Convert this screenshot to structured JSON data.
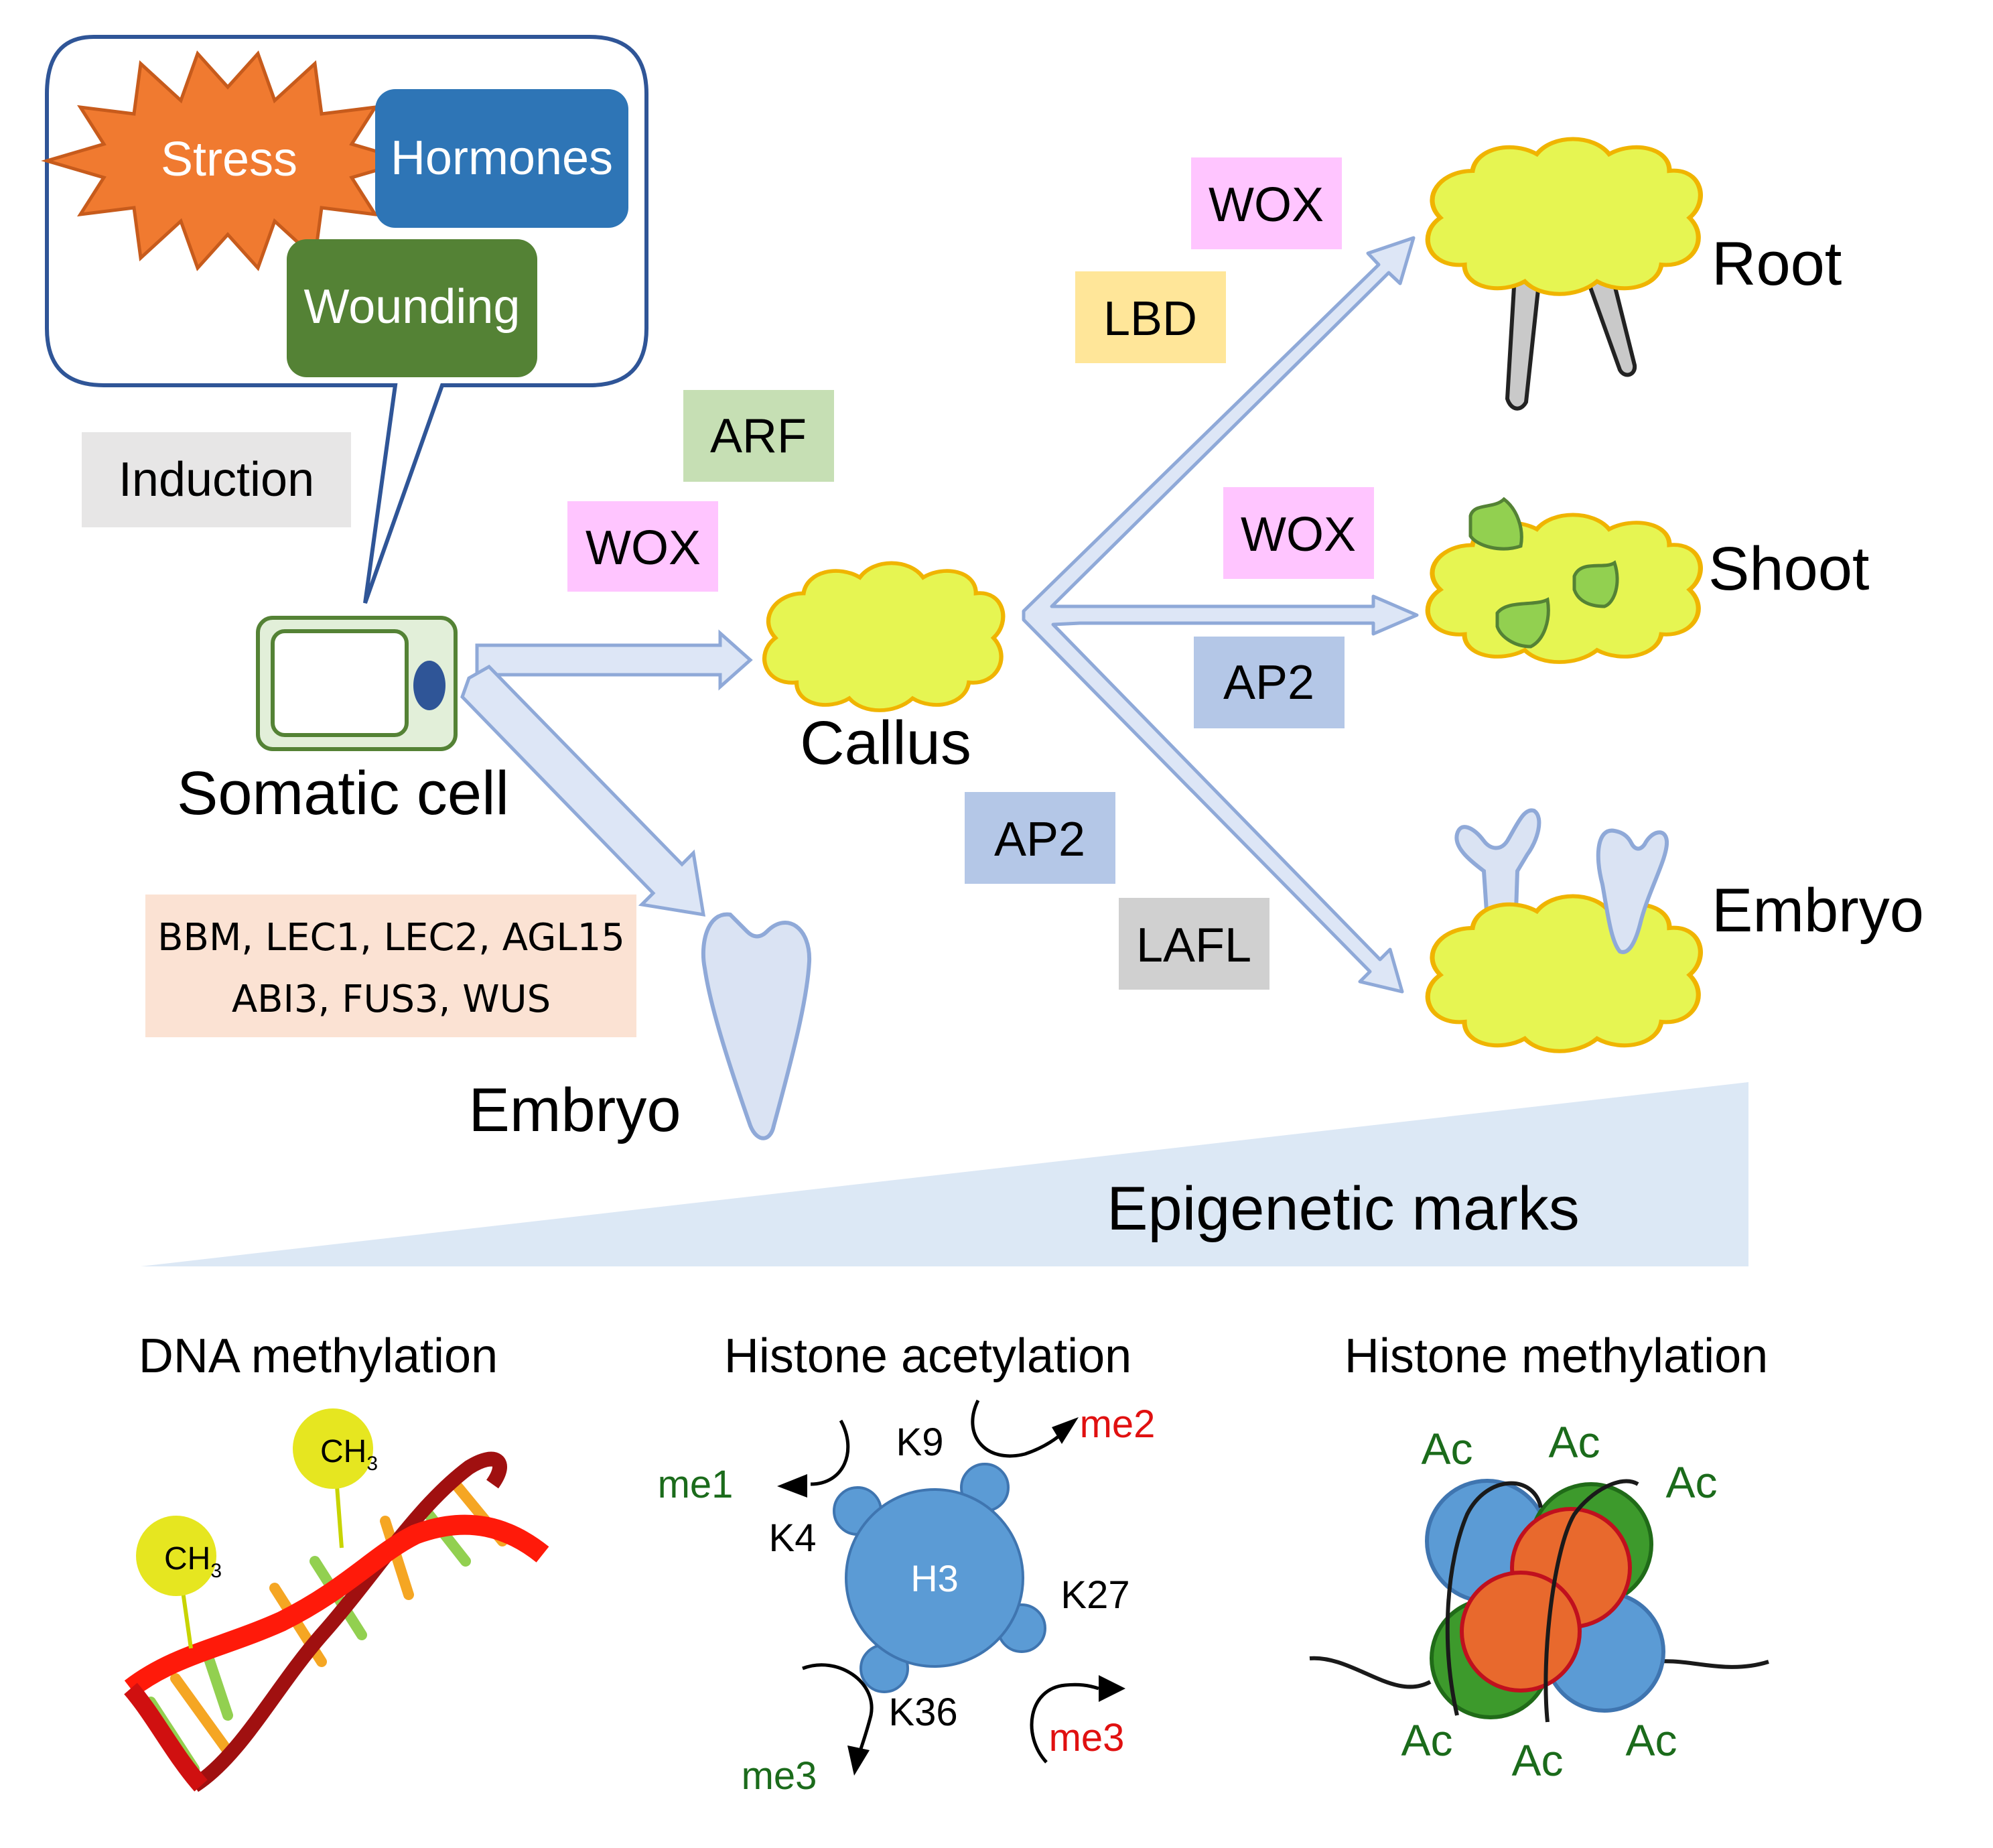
{
  "callout": {
    "stress": "Stress",
    "hormones": "Hormones",
    "wounding": "Wounding"
  },
  "induction": "Induction",
  "somatic_cell": "Somatic cell",
  "callus": "Callus",
  "embryo_left": "Embryo",
  "genes_box": {
    "line1": "BBM, LEC1, LEC2, AGL15",
    "line2": "ABI3, FUS3, WUS"
  },
  "tags": {
    "wox_left": "WOX",
    "arf": "ARF",
    "wox_root": "WOX",
    "lbd": "LBD",
    "wox_shoot": "WOX",
    "ap2_shoot": "AP2",
    "ap2_embryo": "AP2",
    "lafl": "LAFL"
  },
  "outcomes": {
    "root": "Root",
    "shoot": "Shoot",
    "embryo": "Embryo"
  },
  "epigenetic_marks": "Epigenetic marks",
  "panels": {
    "dna_title": "DNA methylation",
    "ch3_a": "CH",
    "ch3_b": "CH",
    "ch3_sub": "3",
    "acetyl_title": "Histone acetylation",
    "h3": "H3",
    "k9": "K9",
    "k4": "K4",
    "k27": "K27",
    "k36": "K36",
    "me1": "me1",
    "me2": "me2",
    "me3_red": "me3",
    "me3_green": "me3",
    "methyl_title": "Histone methylation",
    "ac": "Ac"
  },
  "colors": {
    "stress": "#f07a30",
    "hormones": "#2e75b6",
    "wounding": "#548235",
    "callus_fill": "#e6f552",
    "callus_edge": "#f0b400",
    "arrow_fill": "#dde6f6",
    "arrow_edge": "#8fa9d8",
    "pink_tag": "#ffc5ff",
    "green_tag": "#c6dfb4",
    "yellow_tag": "#ffe699",
    "blue_tag": "#b4c7e7",
    "gray_tag": "#d0d0d0",
    "peach_box": "#fbe2d3",
    "h3_blue": "#5b9bd5",
    "orange_nuc": "#e8692d",
    "green_nuc": "#3d9a2c"
  }
}
